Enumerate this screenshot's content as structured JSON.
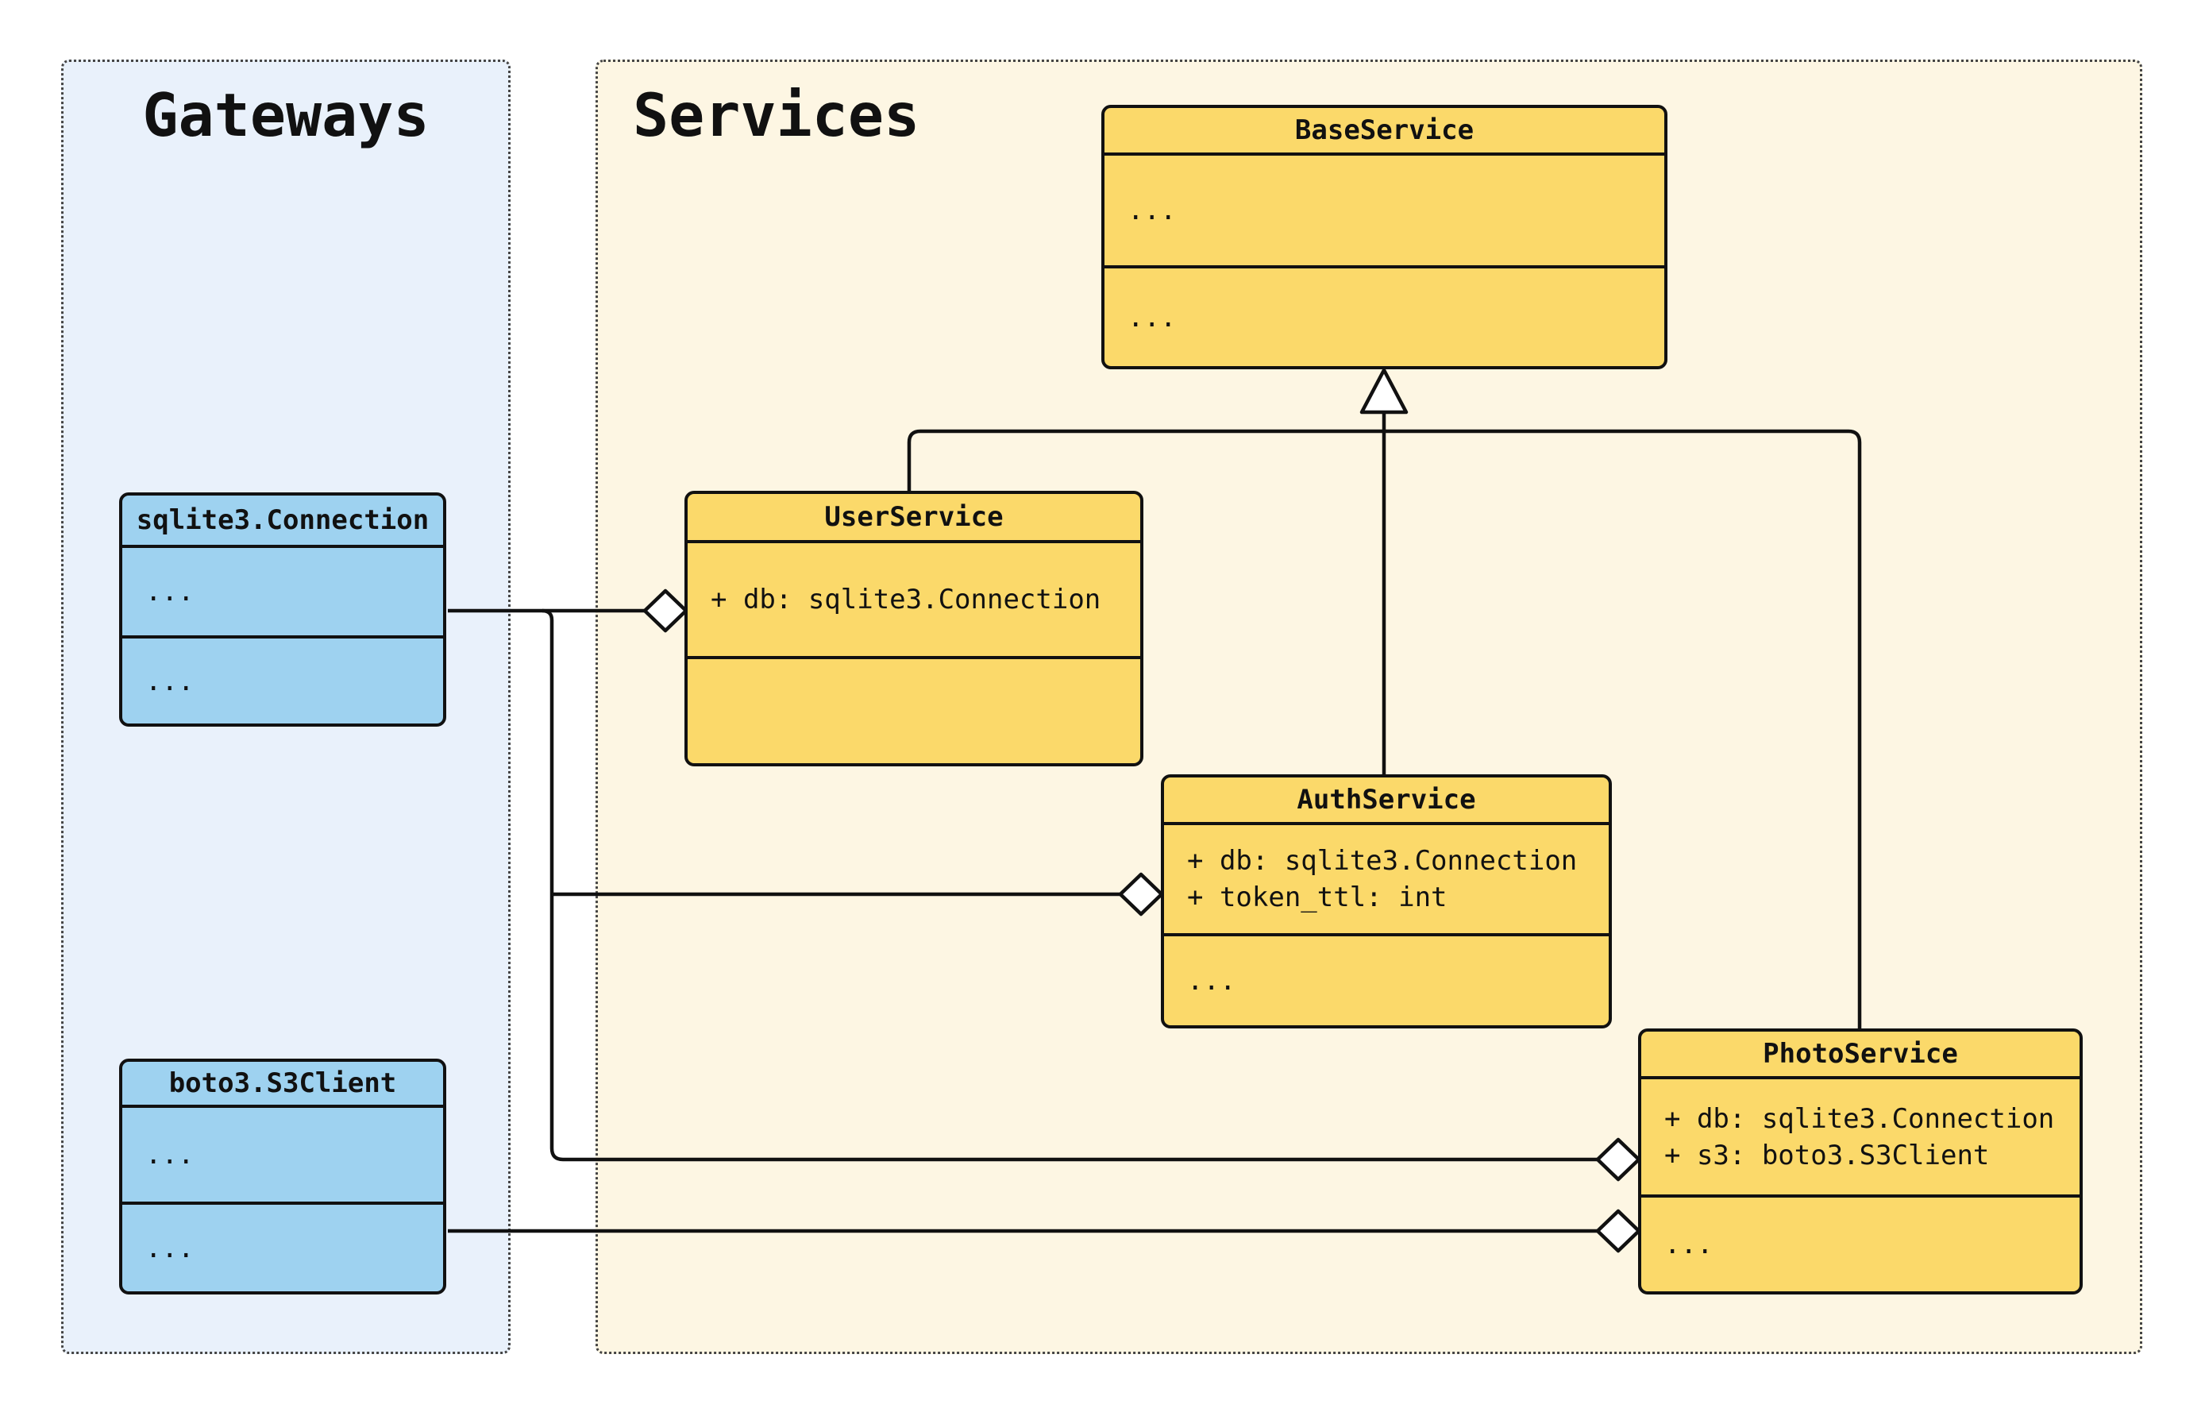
{
  "containers": {
    "gateways": {
      "title": "Gateways"
    },
    "services": {
      "title": "Services"
    }
  },
  "classes": {
    "sqlite3Connection": {
      "name": "sqlite3.Connection",
      "attributes": [
        "..."
      ],
      "methods": [
        "..."
      ]
    },
    "boto3S3Client": {
      "name": "boto3.S3Client",
      "attributes": [
        "..."
      ],
      "methods": [
        "..."
      ]
    },
    "baseService": {
      "name": "BaseService",
      "attributes": [
        "..."
      ],
      "methods": [
        "..."
      ]
    },
    "userService": {
      "name": "UserService",
      "attributes": [
        "+ db: sqlite3.Connection"
      ],
      "methods": []
    },
    "authService": {
      "name": "AuthService",
      "attributes": [
        "+ db: sqlite3.Connection",
        "+ token_ttl: int"
      ],
      "methods": [
        "..."
      ]
    },
    "photoService": {
      "name": "PhotoService",
      "attributes": [
        "+ db: sqlite3.Connection",
        "+ s3: boto3.S3Client"
      ],
      "methods": [
        "..."
      ]
    }
  },
  "edges": [
    {
      "type": "inheritance",
      "from": "UserService",
      "to": "BaseService"
    },
    {
      "type": "inheritance",
      "from": "AuthService",
      "to": "BaseService"
    },
    {
      "type": "inheritance",
      "from": "PhotoService",
      "to": "BaseService"
    },
    {
      "type": "aggregation",
      "from": "UserService",
      "to": "sqlite3.Connection"
    },
    {
      "type": "aggregation",
      "from": "AuthService",
      "to": "sqlite3.Connection"
    },
    {
      "type": "aggregation",
      "from": "PhotoService",
      "to": "sqlite3.Connection"
    },
    {
      "type": "aggregation",
      "from": "PhotoService",
      "to": "boto3.S3Client"
    }
  ],
  "colors": {
    "gateways_fill": "#e9f1fb",
    "services_fill": "#fdf6e3",
    "gateway_class_fill": "#9ed2f0",
    "service_class_fill": "#fbd96a",
    "line": "#111111",
    "marker_fill": "#ffffff"
  }
}
